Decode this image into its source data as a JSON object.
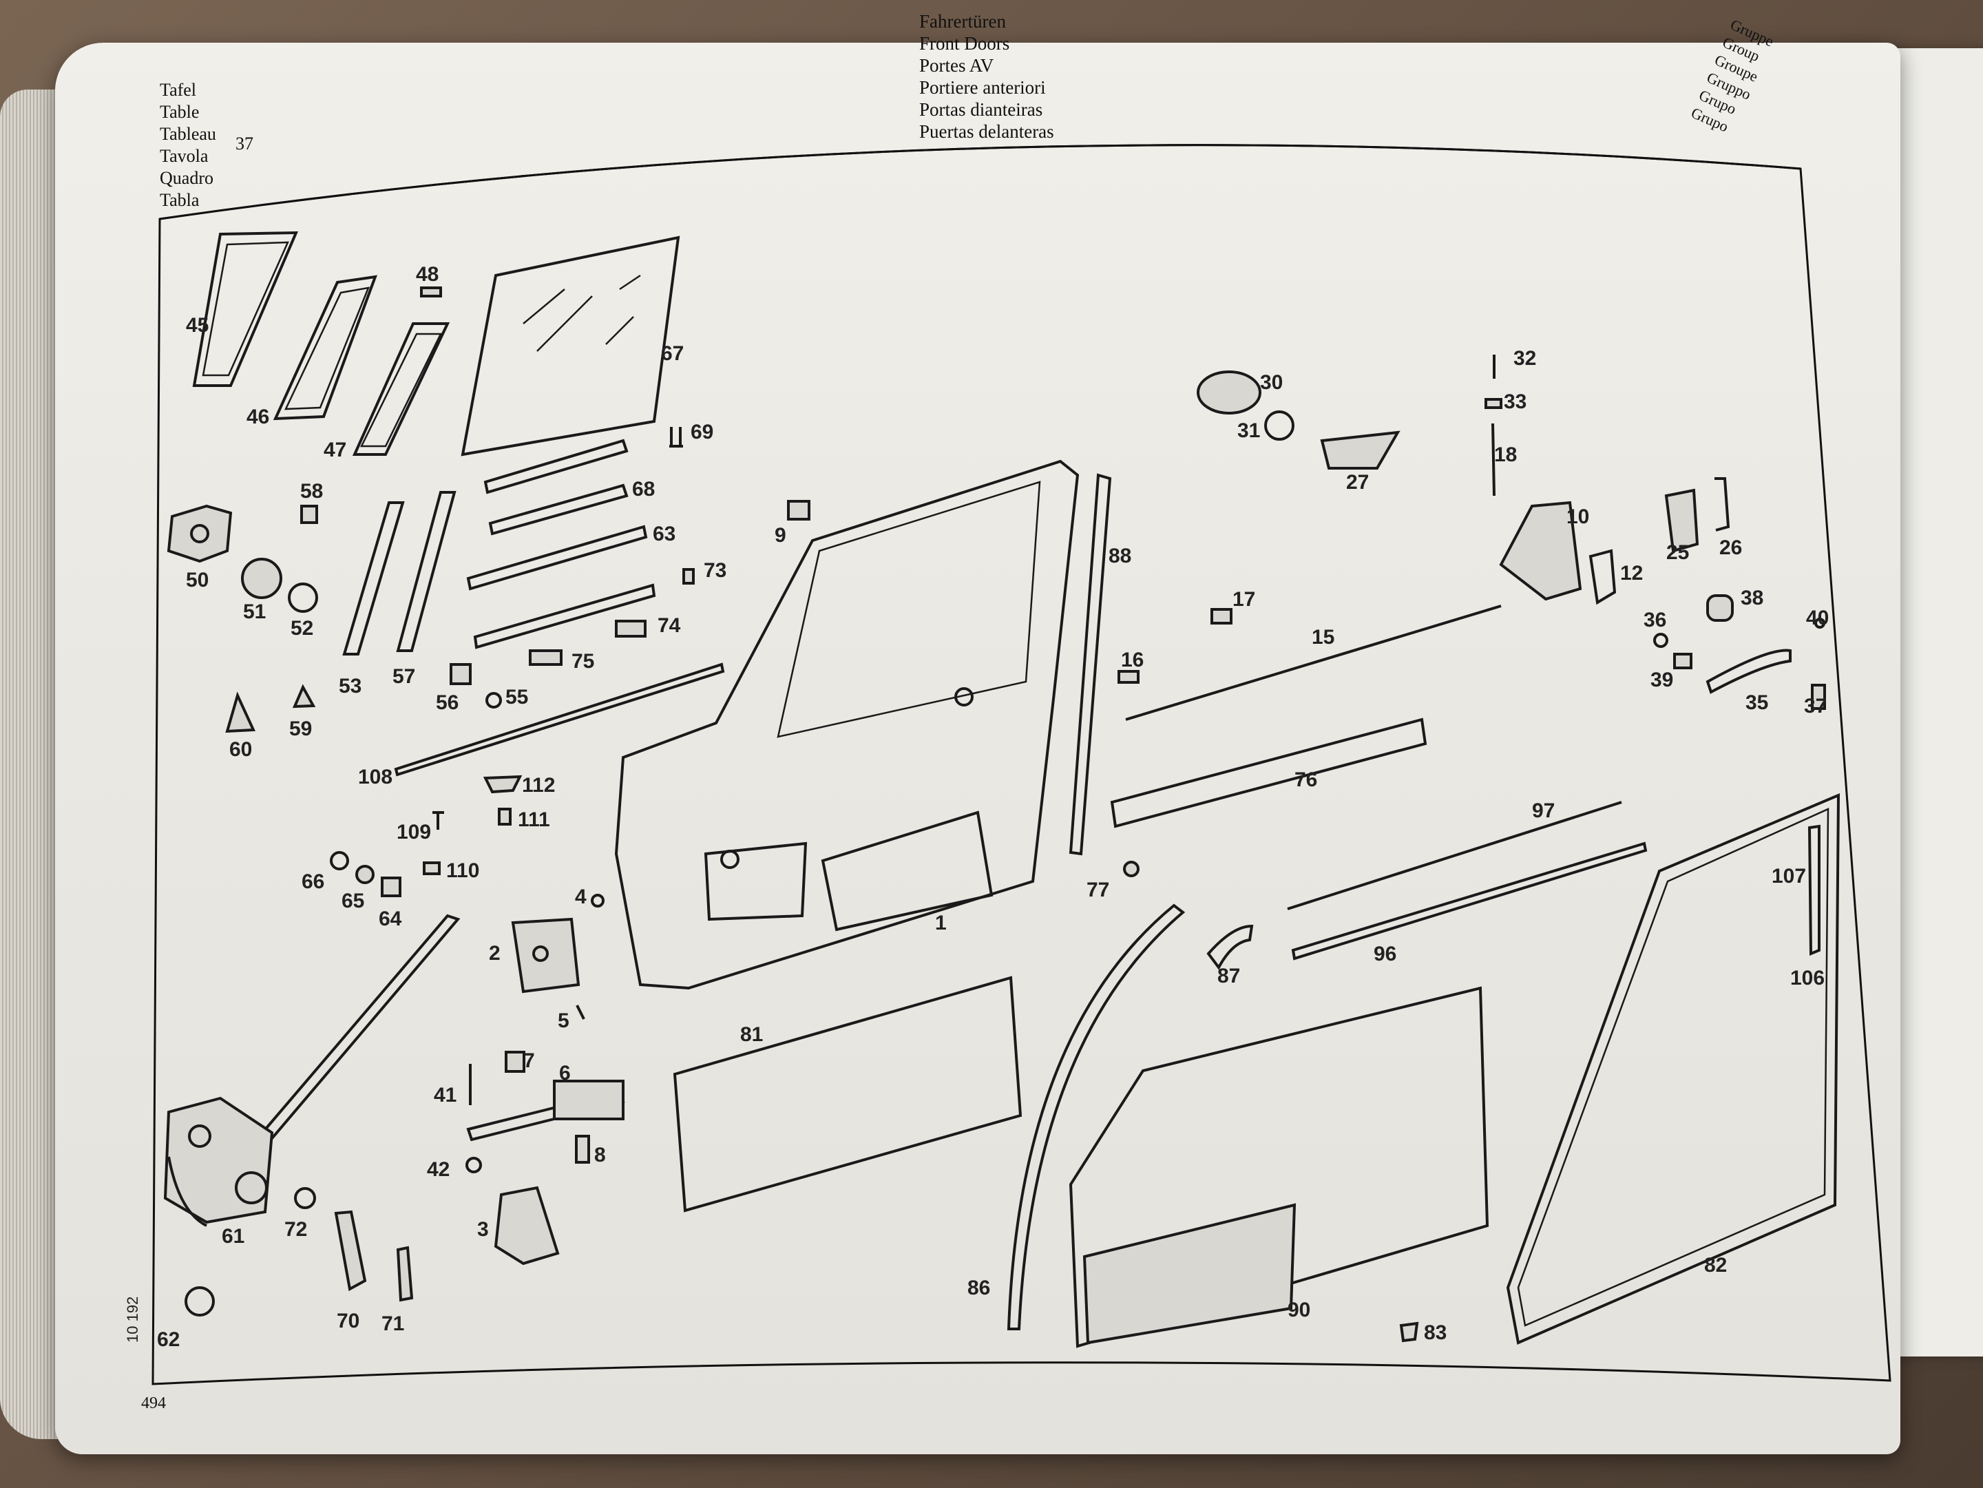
{
  "header_left": {
    "lines": [
      "Tafel",
      "Table",
      "Tableau",
      "Tavola",
      "Quadro",
      "Tabla"
    ],
    "table_number": "37"
  },
  "header_center": {
    "lines": [
      "Fahrertüren",
      "Front Doors",
      "Portes AV",
      "Portiere anteriori",
      "Portas dianteiras",
      "Puertas delanteras"
    ]
  },
  "header_right": {
    "lines": [
      "Gruppe",
      "Group",
      "Groupe",
      "Gruppo",
      "Grupo",
      "Grupo"
    ]
  },
  "side_note": "10 192",
  "page_number": "494",
  "part_labels": [
    "45",
    "46",
    "48",
    "47",
    "67",
    "69",
    "68",
    "63",
    "73",
    "74",
    "75",
    "58",
    "50",
    "51",
    "52",
    "53",
    "57",
    "56",
    "55",
    "60",
    "59",
    "108",
    "112",
    "109",
    "111",
    "66",
    "65",
    "64",
    "110",
    "4",
    "2",
    "5",
    "41",
    "7",
    "6",
    "42",
    "8",
    "3",
    "61",
    "72",
    "70",
    "71",
    "62",
    "9",
    "88",
    "1",
    "81",
    "30",
    "31",
    "27",
    "32",
    "33",
    "18",
    "10",
    "12",
    "25",
    "26",
    "17",
    "15",
    "16",
    "36",
    "38",
    "39",
    "35",
    "40",
    "37",
    "76",
    "97",
    "77",
    "96",
    "87",
    "107",
    "106",
    "86",
    "90",
    "82",
    "83"
  ],
  "colors": {
    "ink": "#1a1a1a",
    "paper": "#ebe9e3",
    "frame": "#111111"
  }
}
